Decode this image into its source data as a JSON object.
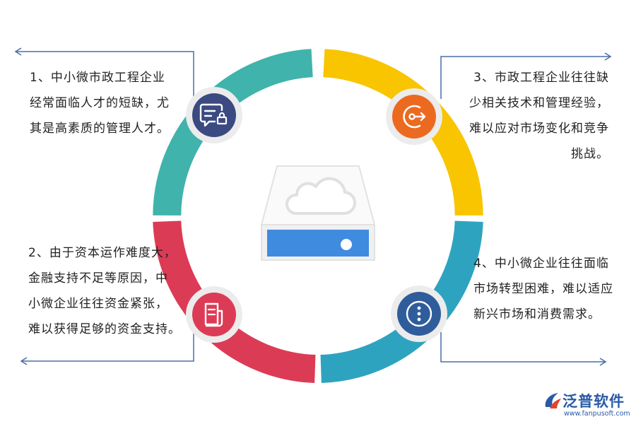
{
  "items": [
    {
      "lines": [
        "1、中小微市政工程企业",
        "经常面临人才的短缺，尤",
        "其是高素质的管理人才。"
      ]
    },
    {
      "lines": [
        "2、由于资本运作难度大，",
        "金融支持不足等原因，中",
        "小微企业往往资金紧张，",
        "难以获得足够的资金支持。"
      ]
    },
    {
      "lines": [
        "3、市政工程企业往往缺",
        "少相关技术和管理经验，",
        "难以应对市场变化和竞争",
        "挑战。"
      ]
    },
    {
      "lines": [
        "4、中小微企业往往面临",
        "市场转型困难，难以适应",
        "新兴市场和消费需求。"
      ]
    }
  ],
  "icons": {
    "top_left": "chat-lock-icon",
    "top_right": "login-arrow-icon",
    "bottom_left": "document-icon",
    "bottom_right": "more-dots-icon",
    "center": "cloud-storage-icon"
  },
  "colors": {
    "teal": "#3fb3ac",
    "yellow": "#f9c400",
    "red": "#dc3b56",
    "blue": "#2ea3c0",
    "navy_icon": "#3c4a82",
    "orange_icon": "#ec6a1f",
    "crimson_icon": "#dc3b56",
    "blue_icon": "#2f5d9c",
    "storage_bar": "#3f8be0"
  },
  "logo": {
    "name": "泛普软件",
    "url": "www.fanpusoft.com"
  }
}
